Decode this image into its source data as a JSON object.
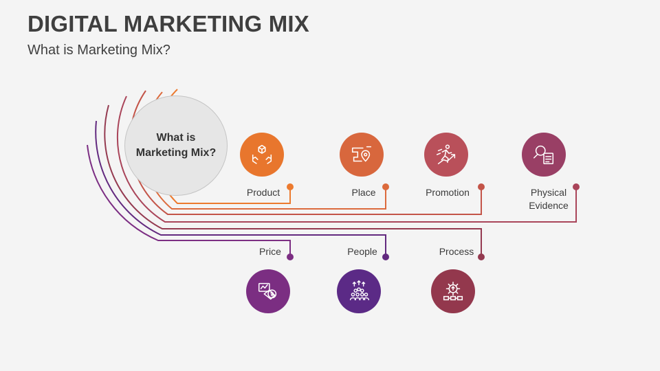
{
  "header": {
    "title": "DIGITAL MARKETING MIX",
    "subtitle": "What is Marketing Mix?"
  },
  "center": {
    "line1": "What is",
    "line2": "Marketing Mix?"
  },
  "elements": {
    "product": {
      "label": "Product",
      "color": "#e8762d",
      "icon": "boxes-in-hands-icon"
    },
    "place": {
      "label": "Place",
      "color": "#d8673d",
      "icon": "route-map-pin-icon"
    },
    "promotion": {
      "label": "Promotion",
      "color": "#b9505a",
      "icon": "runner-growth-arrow-icon"
    },
    "physical_evidence": {
      "label_line1": "Physical",
      "label_line2": "Evidence",
      "color": "#993f65",
      "icon": "search-document-icon"
    },
    "price": {
      "label": "Price",
      "color": "#7b2e82",
      "icon": "price-tag-dollar-icon"
    },
    "people": {
      "label": "People",
      "color": "#5b2a86",
      "icon": "group-people-icon"
    },
    "process": {
      "label": "Process",
      "color": "#93384d",
      "icon": "gear-process-icon"
    }
  }
}
